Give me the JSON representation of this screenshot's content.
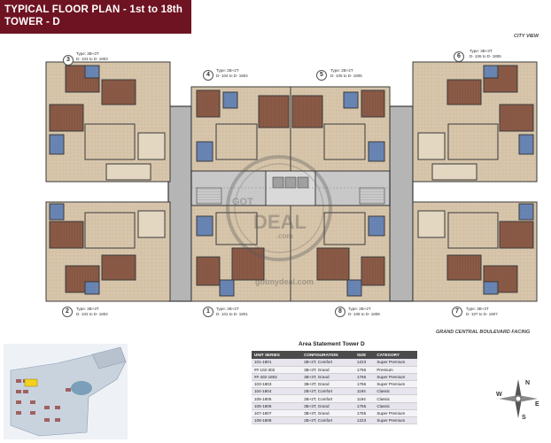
{
  "header": {
    "line1": "TYPICAL FLOOR PLAN - 1st to 18th",
    "line2": "TOWER - D"
  },
  "city_view": "CITY VIEW",
  "boulevard": "GRAND CENTRAL BOULEVARD FACING",
  "watermark": {
    "top": "GOT",
    "middle": "DEAL",
    "bottom": ".com",
    "url": "gotmydeal.com"
  },
  "units": [
    {
      "num": "3",
      "type": "Type: 3B+3T",
      "range": "D- 103 to D- 1803"
    },
    {
      "num": "4",
      "type": "Type: 2B+2T",
      "range": "D- 104 to D- 1804"
    },
    {
      "num": "5",
      "type": "Type: 2B+2T",
      "range": "D- 105 to D- 1805"
    },
    {
      "num": "6",
      "type": "Type: 3B+3T",
      "range": "D- 106 to D- 1806"
    },
    {
      "num": "2",
      "type": "Type: 3B+3T",
      "range": "D- 102 to D- 1802"
    },
    {
      "num": "1",
      "type": "Type: 2B+2T",
      "range": "D- 101 to D- 1801"
    },
    {
      "num": "8",
      "type": "Type: 2B+2T",
      "range": "D- 108 to D- 1808"
    },
    {
      "num": "7",
      "type": "Type: 3B+3T",
      "range": "D- 107 to D- 1807"
    }
  ],
  "area_statement": {
    "title": "Area Statement Tower D",
    "columns": [
      "UNIT SERIES",
      "CONFIGURATION",
      "SIZE",
      "CATEGORY"
    ],
    "rows": [
      [
        "101-1801",
        "2B+2T, Comfort",
        "1223",
        "Super Premium"
      ],
      [
        "## 102-302",
        "3B+3T, Grand",
        "1766",
        "Premium"
      ],
      [
        "## 402-1802",
        "3B+3T, Grand",
        "1766",
        "Super Premium"
      ],
      [
        "103-1803",
        "3B+3T, Grand",
        "1766",
        "Super Premium"
      ],
      [
        "104-1804",
        "2B+2T, Comfort",
        "1194",
        "Classic"
      ],
      [
        "105-1805",
        "2B+2T, Comfort",
        "1194",
        "Classic"
      ],
      [
        "106-1806",
        "3B+3T, Grand",
        "1765",
        "Classic"
      ],
      [
        "107-1807",
        "3B+3T, Grand",
        "1765",
        "Super Premium"
      ],
      [
        "108-1808",
        "2B+2T, Comfort",
        "1223",
        "Super Premium"
      ]
    ]
  },
  "compass": {
    "n": "N",
    "e": "E",
    "s": "S",
    "w": "W"
  },
  "colors": {
    "header_bg": "#6e1322",
    "floor_tan": "#d9c4a8",
    "floor_brown": "#8b5e4a",
    "wall": "#3a3a3a",
    "bath_blue": "#5f7fb0",
    "core_grey": "#b9b9b9"
  }
}
